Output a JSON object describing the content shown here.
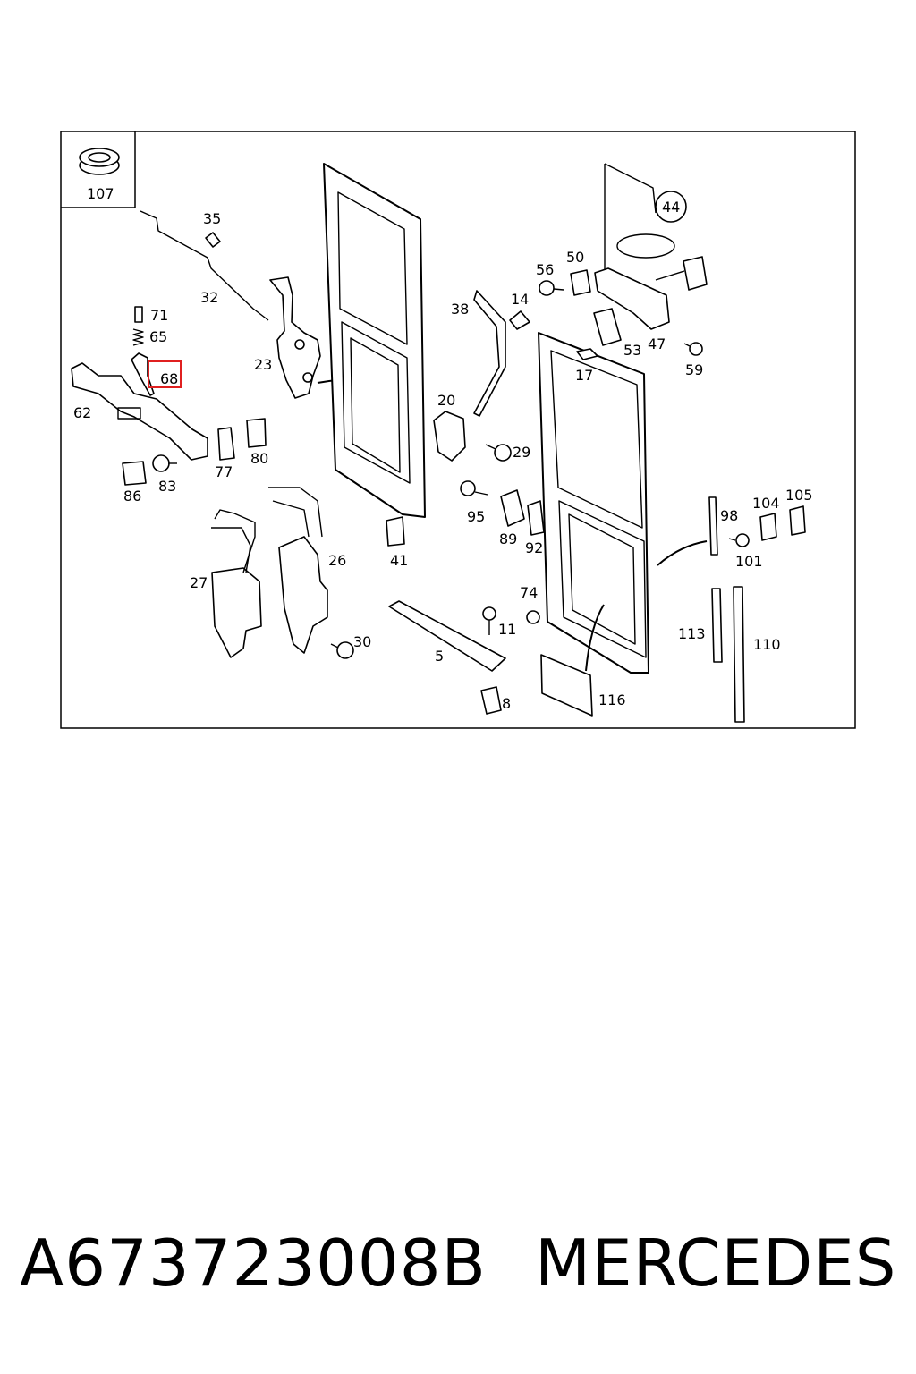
{
  "diagram": {
    "inset_label": "107",
    "callouts": [
      "35",
      "32",
      "71",
      "65",
      "68",
      "62",
      "23",
      "86",
      "83",
      "77",
      "80",
      "27",
      "26",
      "30",
      "41",
      "38",
      "14",
      "20",
      "29",
      "95",
      "89",
      "92",
      "5",
      "11",
      "8",
      "74",
      "56",
      "50",
      "44",
      "53",
      "47",
      "59",
      "17",
      "98",
      "104",
      "105",
      "101",
      "113",
      "110",
      "116"
    ],
    "highlighted_callout": "68",
    "highlight_color": "#e02020"
  },
  "footer": {
    "part_number": "A673723008B",
    "brand": "MERCEDES"
  }
}
